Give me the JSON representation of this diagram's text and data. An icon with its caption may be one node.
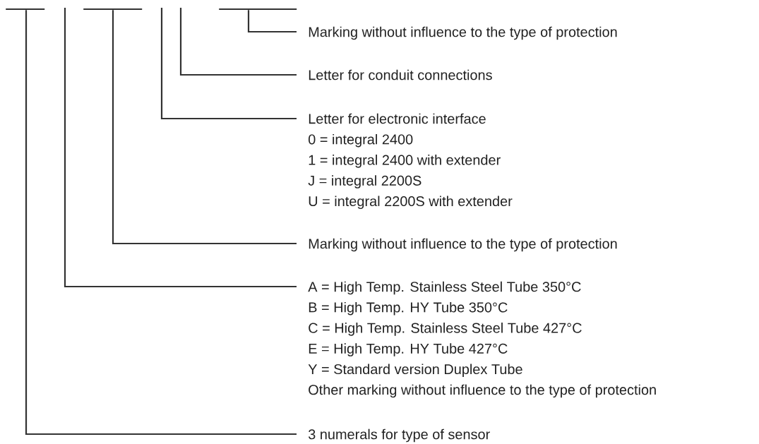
{
  "diagram": {
    "nodes": [
      {
        "text": [
          "Marking without influence to the type of protection"
        ]
      },
      {
        "text": [
          "Letter for conduit connections"
        ]
      },
      {
        "text": [
          "Letter for electronic interface",
          "0 = integral 2400",
          "1 = integral 2400 with extender",
          "J = integral 2200S",
          "U = integral 2200S with extender"
        ]
      },
      {
        "text": [
          "Marking without influence to the type of protection"
        ]
      },
      {
        "text": [
          "A = High Temp. Stainless Steel Tube 350°C",
          "B = High Temp. HY Tube 350°C",
          "C = High Temp. Stainless Steel Tube 427°C",
          "E = High Temp. HY Tube 427°C",
          "Y = Standard version Duplex Tube",
          "Other marking without influence to the type of protection"
        ]
      },
      {
        "text": [
          "3 numerals for type of sensor"
        ]
      },
      {
        "text": [],
        "shape": "bar"
      },
      {
        "text": [],
        "shape": "bar"
      },
      {
        "text": [],
        "shape": "bar"
      }
    ],
    "edges": [
      {
        "from": 0,
        "to": 8,
        "arrow": "none"
      },
      {
        "from": 1,
        "to": null,
        "arrow": "none"
      },
      {
        "from": 2,
        "to": null,
        "arrow": "none"
      },
      {
        "from": 3,
        "to": 7,
        "arrow": "none"
      },
      {
        "from": 4,
        "to": null,
        "arrow": "none"
      },
      {
        "from": 5,
        "to": 6,
        "arrow": "none"
      }
    ]
  }
}
